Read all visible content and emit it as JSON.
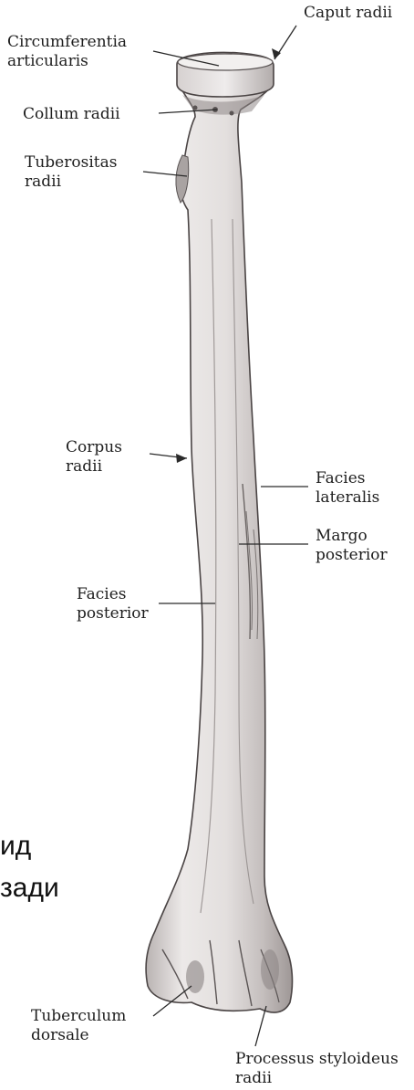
{
  "labels": {
    "caput_radii": "Caput radii",
    "circumferentia": [
      "Circumferentia",
      "articularis"
    ],
    "collum_radii": "Collum radii",
    "tuberositas": [
      "Tuberositas",
      "radii"
    ],
    "corpus": [
      "Corpus",
      "radii"
    ],
    "facies_lateralis": [
      "Facies",
      "lateralis"
    ],
    "margo_posterior": [
      "Margo",
      "posterior"
    ],
    "facies_posterior": [
      "Facies",
      "posterior"
    ],
    "tuberculum_dorsale": [
      "Tuberculum",
      "dorsale"
    ],
    "processus_styloideus": [
      "Processus styloideus",
      "radii"
    ]
  },
  "caption_fragment": [
    "ид",
    "зади"
  ],
  "colors": {
    "bone_fill": "#e6e2e0",
    "bone_shade": "#bdb7b6",
    "bone_outline": "#4a4444",
    "leader_line": "#2a2a2a"
  }
}
